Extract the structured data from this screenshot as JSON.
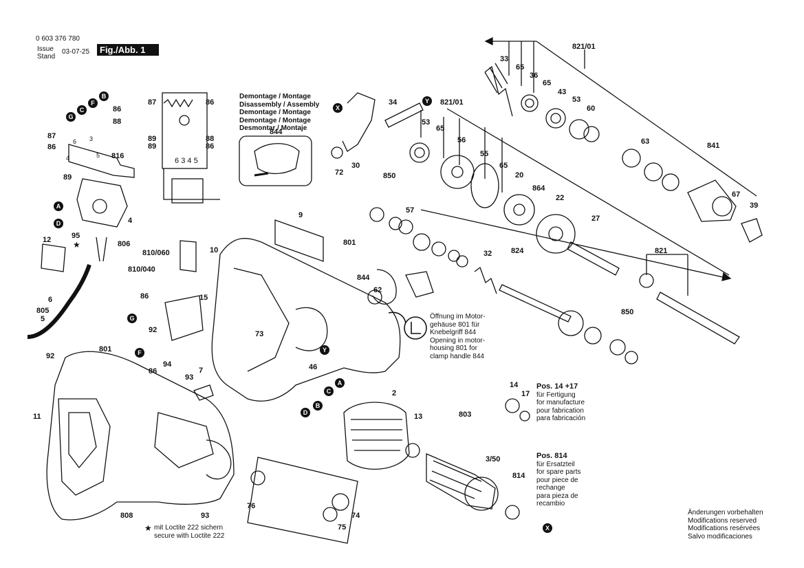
{
  "header": {
    "part_number": "0 603 376 780",
    "issue_label": "Issue",
    "stand_label": "Stand",
    "date": "03-07-25",
    "figure_label": "Fig./Abb. 1"
  },
  "disassembly": {
    "lines": [
      "Demontage / Montage",
      "Disassembly / Assembly",
      "Demontage / Montage",
      "Demontage / Montage",
      "Desmontar / Montaje"
    ],
    "part": "844"
  },
  "motor_housing_note": {
    "lines": [
      "Öffnung im Motor-",
      "gehäuse 801 für",
      "Knebelgriff 844",
      "Opening in motor-",
      "housing 801 for",
      "clamp handle 844"
    ]
  },
  "pos_14_17": {
    "title": "Pos. 14 +17",
    "lines": [
      "für Fertigung",
      "for manufacture",
      "pour fabrication",
      "para fabricación"
    ]
  },
  "pos_814": {
    "title": "Pos. 814",
    "lines": [
      "für Ersatzteil",
      "for spare parts",
      "pour piece de",
      "rechange",
      "para pieza de",
      "recambio"
    ]
  },
  "loctite_note": {
    "star": "★",
    "lines": [
      "mit Loctite 222 sichern",
      "secure with Loctite 222"
    ]
  },
  "modifications": {
    "lines": [
      "Änderungen vorbehalten",
      "Modifications reserved",
      "Modifications resérvées",
      "Salvo modificaciones"
    ]
  },
  "markers": [
    "A",
    "B",
    "C",
    "D",
    "F",
    "G",
    "X",
    "Y"
  ],
  "part_numbers": {
    "p0603": "0 603 376 780",
    "p33": "33",
    "p65a": "65",
    "p36": "36",
    "p65b": "65",
    "p821_01a": "821/01",
    "p43": "43",
    "p53a": "53",
    "p60": "60",
    "p34": "34",
    "p72": "72",
    "p30": "30",
    "p821_01b": "821/01",
    "p53b": "53",
    "p65c": "65",
    "p56": "56",
    "p55": "55",
    "p65d": "65",
    "p20": "20",
    "p63": "63",
    "p841": "841",
    "p850a": "850",
    "p864": "864",
    "p22": "22",
    "p67": "67",
    "p39": "39",
    "p57": "57",
    "p27": "27",
    "p801a": "801",
    "p824": "824",
    "p821": "821",
    "p32": "32",
    "p844": "844",
    "p62": "62",
    "p9": "9",
    "p850b": "850",
    "p87a": "87",
    "p86a": "86",
    "p89a": "89",
    "p88a": "88",
    "p86b": "86",
    "p89b": "89",
    "p86c": "86",
    "p88b": "88",
    "p87b": "87",
    "p86d": "86",
    "p816": "816",
    "p89c": "89",
    "p4": "4",
    "p95": "95",
    "p12": "12",
    "p806": "806",
    "p810_060": "810/060",
    "p10": "10",
    "p810_040": "810/040",
    "p86e": "86",
    "p15": "15",
    "p92a": "92",
    "p94": "94",
    "p86f": "86",
    "p6": "6",
    "p805": "805",
    "p5": "5",
    "p73": "73",
    "p46": "46",
    "p92b": "92",
    "p801b": "801",
    "p7": "7",
    "p93a": "93",
    "p11": "11",
    "p2": "2",
    "p13": "13",
    "p803": "803",
    "p14": "14",
    "p17": "17",
    "p3_50": "3/50",
    "p814": "814",
    "p76": "76",
    "p74": "74",
    "p75": "75",
    "p808": "808",
    "p93b": "93",
    "m63": "6",
    "m64": "3",
    "m65": "4",
    "m66": "5",
    "p6b": "6",
    "p3b": "3",
    "p4b": "4",
    "p5b": "5"
  }
}
